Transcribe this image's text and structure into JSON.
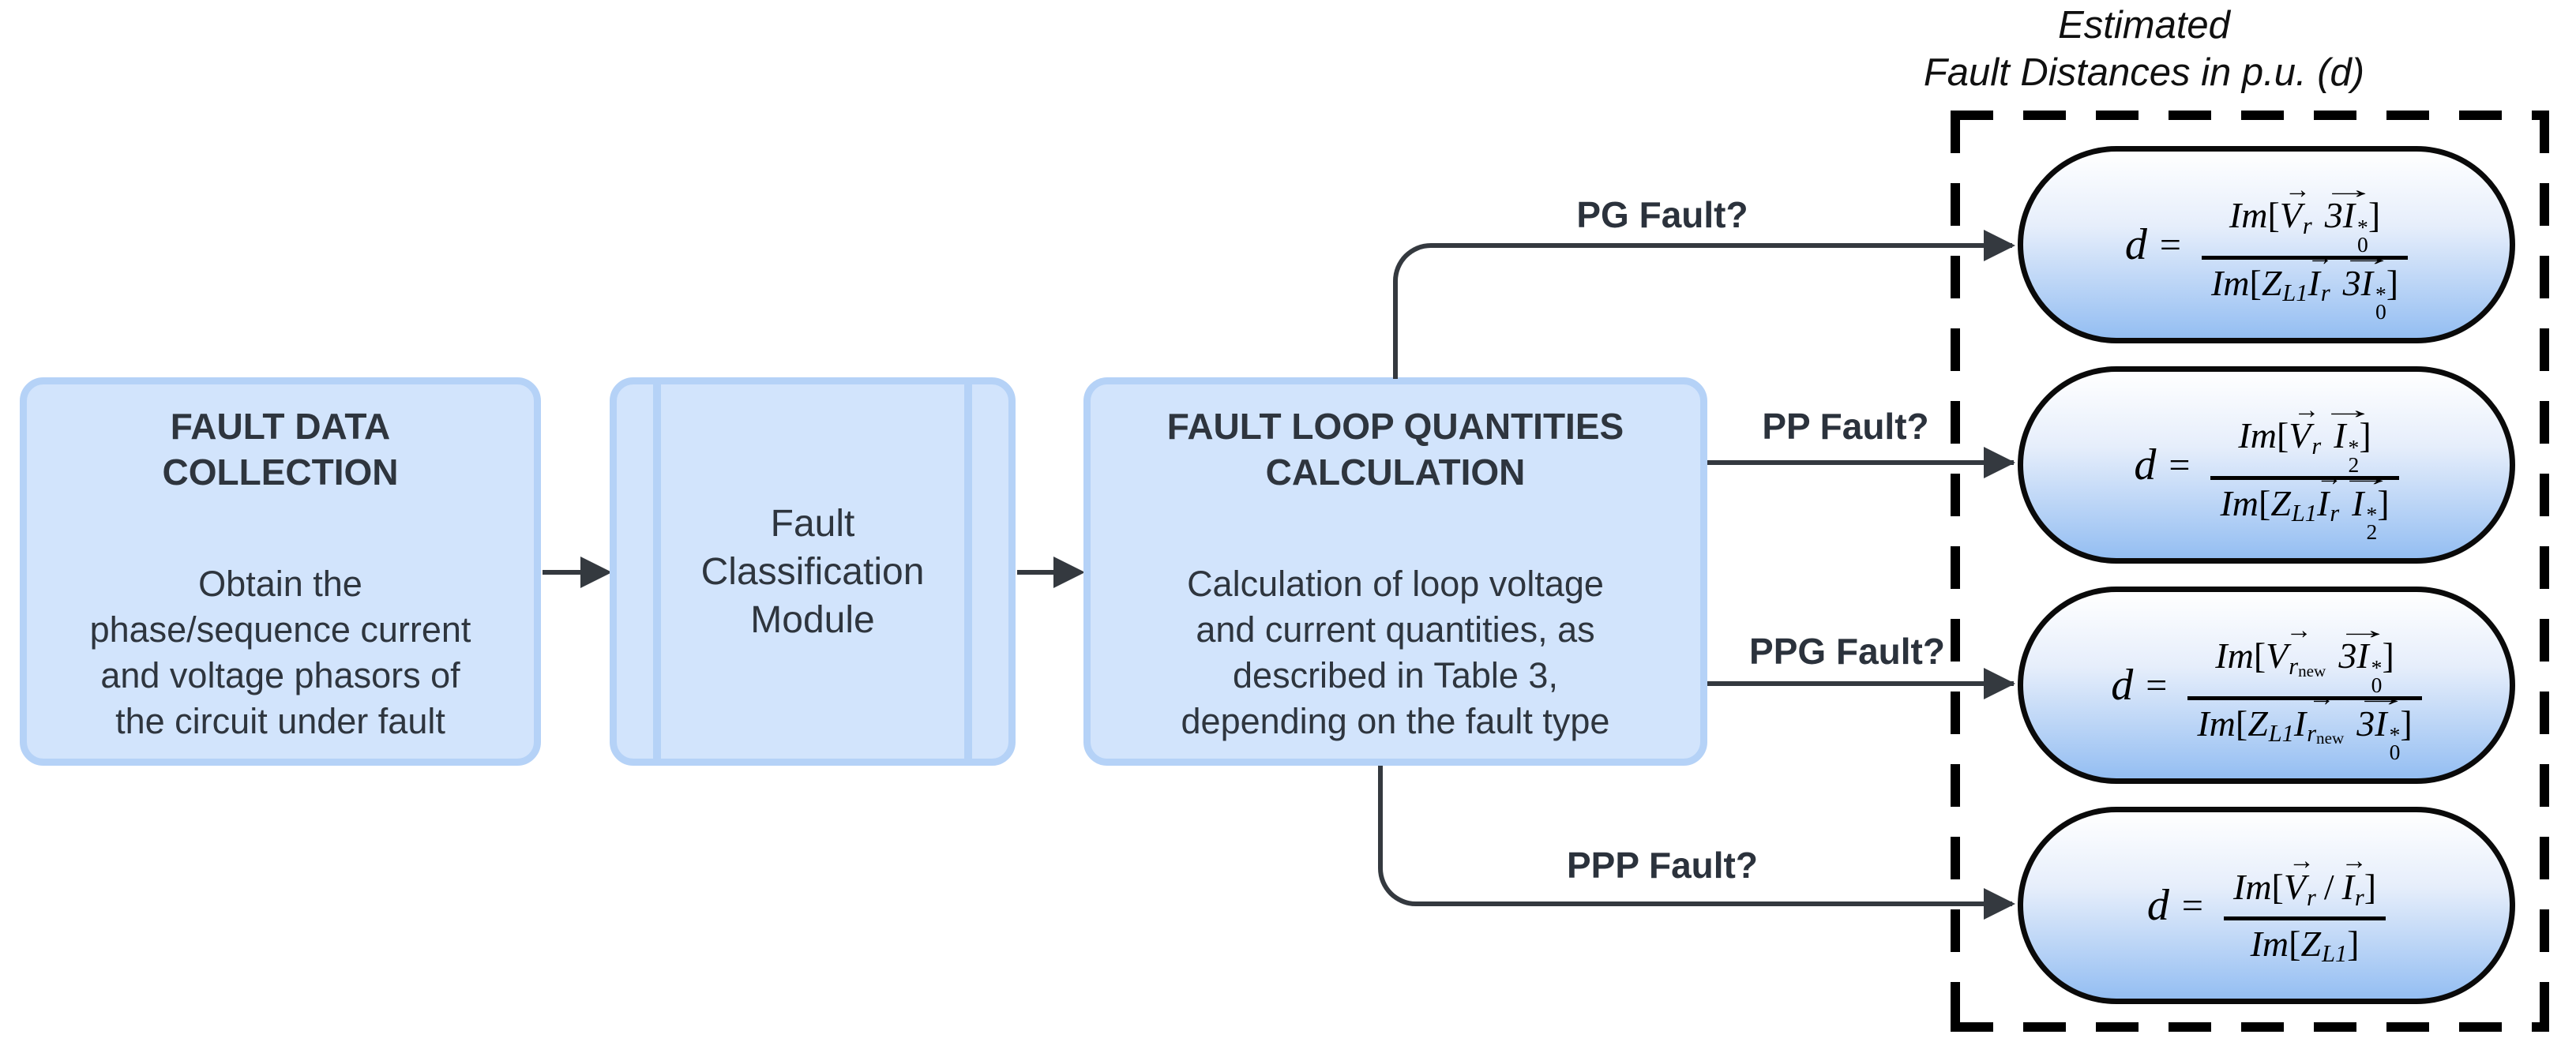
{
  "title": {
    "line1": "Estimated",
    "line2": "Fault Distances in p.u. (d)"
  },
  "boxes": {
    "fault_data": {
      "title_lines": [
        "FAULT DATA",
        "COLLECTION"
      ],
      "body_lines": [
        "Obtain the",
        "phase/sequence current",
        "and voltage phasors of",
        "the circuit under fault"
      ]
    },
    "classification": {
      "title_lines": [
        "Fault",
        "Classification",
        "Module"
      ]
    },
    "loop_quantities": {
      "title_lines": [
        "FAULT LOOP QUANTITIES",
        "CALCULATION"
      ],
      "body_lines": [
        "Calculation of loop voltage",
        "and current quantities, as",
        "described in Table 3,",
        "depending on the fault type"
      ]
    }
  },
  "branches": [
    {
      "label": "PG Fault?",
      "formula": "d = Im[V->r 3I->0*] / Im[ZL1 I->r 3I->0*]"
    },
    {
      "label": "PP Fault?",
      "formula": "d = Im[V->r I->2*] / Im[ZL1 I->r I->2*]"
    },
    {
      "label": "PPG Fault?",
      "formula": "d = Im[V->r_new 3I->0*] / Im[ZL1 I->r_new 3I->0*]"
    },
    {
      "label": "PPP Fault?",
      "formula": "d = Im[V->r / I->r] / Im[ZL1]"
    }
  ],
  "sym": {
    "d": "d",
    "eq": "=",
    "im": "Im",
    "open": "[",
    "close": "]",
    "V": "V",
    "I": "I",
    "threeI": "3I",
    "Z": "Z",
    "r": "r",
    "zero": "0",
    "two": "2",
    "star": "*",
    "L1": "L1",
    "new_sub": "new",
    "slash": "/",
    "vec": "→"
  },
  "colors": {
    "background": "#ffffff",
    "box_fill": "#d2e4fc",
    "box_border": "#b5d2f7",
    "box_text": "#2e353e",
    "connector": "#34393f",
    "dashed_border": "#000000",
    "pill_border": "#0a0a0a",
    "pill_gradient_top": "#ffffff",
    "pill_gradient_bottom": "#94bef2"
  }
}
